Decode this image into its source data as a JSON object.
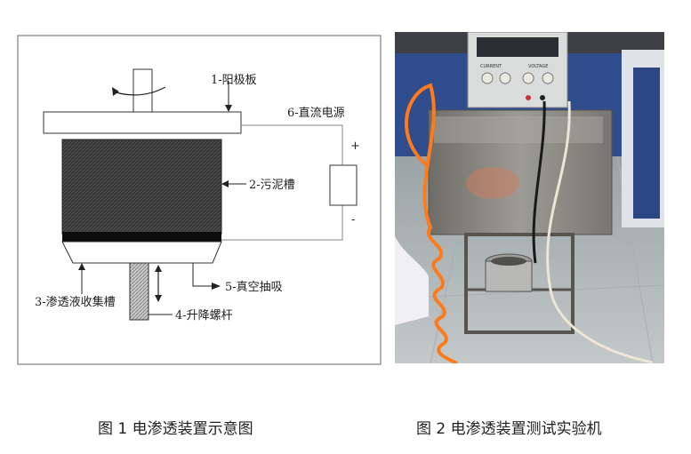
{
  "figure1": {
    "caption": "图 1 电渗透装置示意图",
    "labels": {
      "anode_plate": "1-阳极板",
      "sludge_tank": "2-污泥槽",
      "collection_tank": "3-渗透液收集槽",
      "lifting_screw": "4-升降螺杆",
      "vacuum_suction": "5-真空抽吸",
      "dc_power": "6-直流电源",
      "plus": "+",
      "minus": "-"
    }
  },
  "figure2": {
    "caption": "图 2 电渗透装置测试实验机",
    "panel_labels": {
      "current": "CURRENT",
      "voltage": "VOLTAGE"
    }
  },
  "colors": {
    "sludge": "#4a4a4a",
    "cathode_plate": "#0c0c0c",
    "orange_tube": "#ff7a1a",
    "wall_blue": "#2f4d8c",
    "steel": "#8d8e8c"
  }
}
